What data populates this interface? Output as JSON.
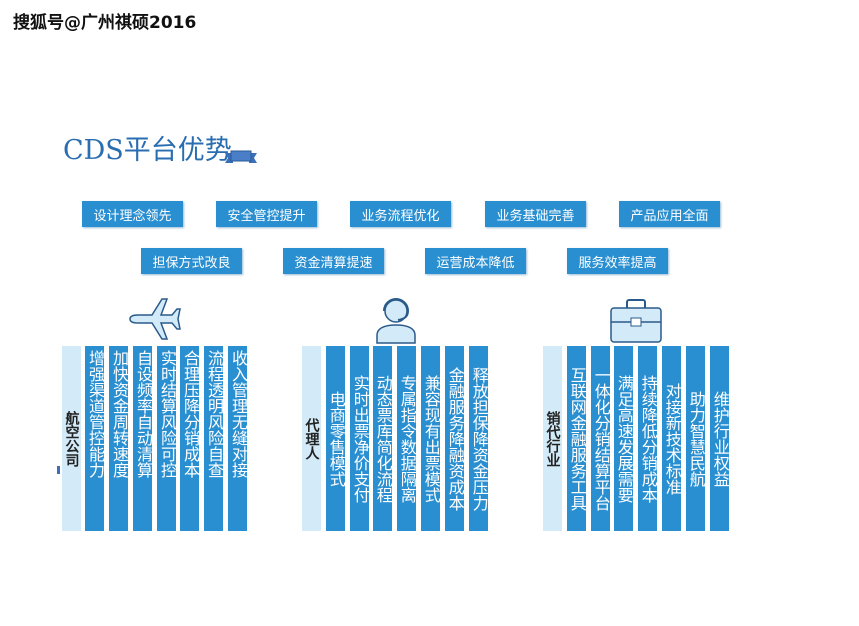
{
  "watermark": "搜狐号@广州祺硕2016",
  "title": "CDS平台优势",
  "advantages_row1": [
    "设计理念领先",
    "安全管控提升",
    "业务流程优化",
    "业务基础完善",
    "产品应用全面"
  ],
  "advantages_row2": [
    "担保方式改良",
    "资金清算提速",
    "运营成本降低",
    "服务效率提高"
  ],
  "groups": [
    {
      "label": "航空公司",
      "icon": "airplane-icon",
      "items": [
        "增强渠道管控能力",
        "加快资金周转速度",
        "自设频率自动清算",
        "实时结算风险可控",
        "合理压降分销成本",
        "流程透明风险自查",
        "收入管理无缝对接"
      ]
    },
    {
      "label": "代理人",
      "icon": "headset-agent-icon",
      "items": [
        "电商零售模式",
        "实时出票净价支付",
        "动态票库简化流程",
        "专属指令数据隔离",
        "兼容现有出票模式",
        "金融服务降融资成本",
        "释放担保降资金压力"
      ]
    },
    {
      "label": "销代行业",
      "icon": "briefcase-icon",
      "items": [
        "互联网金融服务工具",
        "一体化分销结算平台",
        "满足高速发展需要",
        "持续降低分销成本",
        "对接新技术标准",
        "助力智慧民航",
        "维护行业权益"
      ]
    }
  ],
  "colors": {
    "accent": "#2a8fd0",
    "label_bg": "#d3ebf8",
    "title": "#2a6db0"
  }
}
